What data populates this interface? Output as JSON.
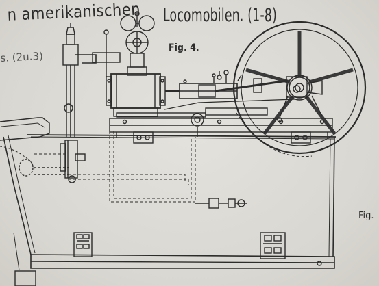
{
  "labels": {
    "title_left": "n amerikanischen",
    "title_right": "Locomobilen. (1-8)",
    "fig_sub": "s. (2u.3)",
    "fig_main": "Fig. 4.",
    "fig_right": "Fig."
  },
  "colors": {
    "ink": "#2c2c2c",
    "paper": "#dcdad4"
  }
}
